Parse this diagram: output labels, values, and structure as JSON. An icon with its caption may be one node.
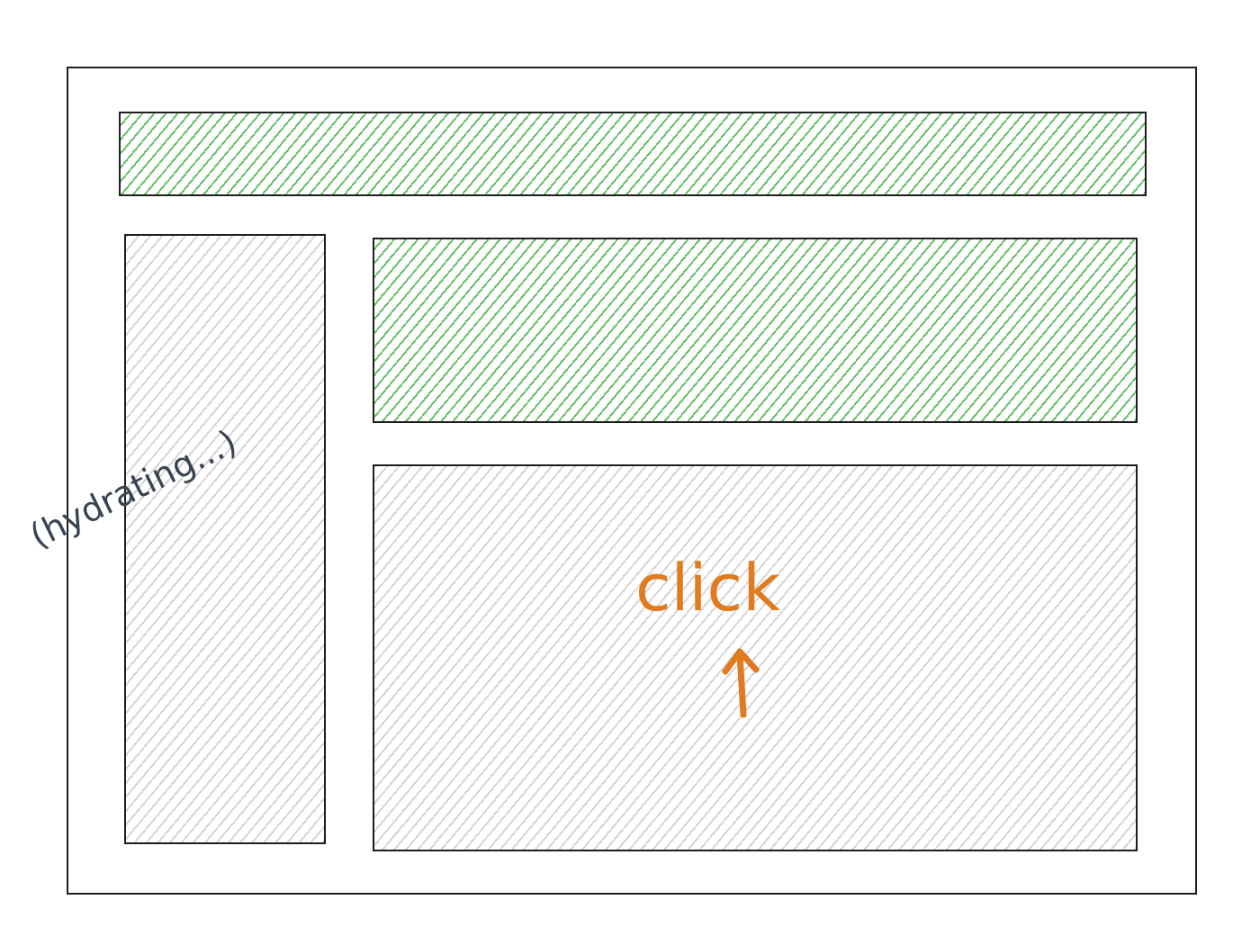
{
  "diagram": {
    "nodes": [
      {
        "text": [],
        "shape": "box"
      },
      {
        "text": [],
        "shape": "box",
        "in": 0
      },
      {
        "text": [
          "(hydrating...)"
        ],
        "in": 0
      },
      {
        "text": [],
        "shape": "box",
        "in": 0
      },
      {
        "text": [
          "click"
        ],
        "in": 0
      }
    ]
  }
}
